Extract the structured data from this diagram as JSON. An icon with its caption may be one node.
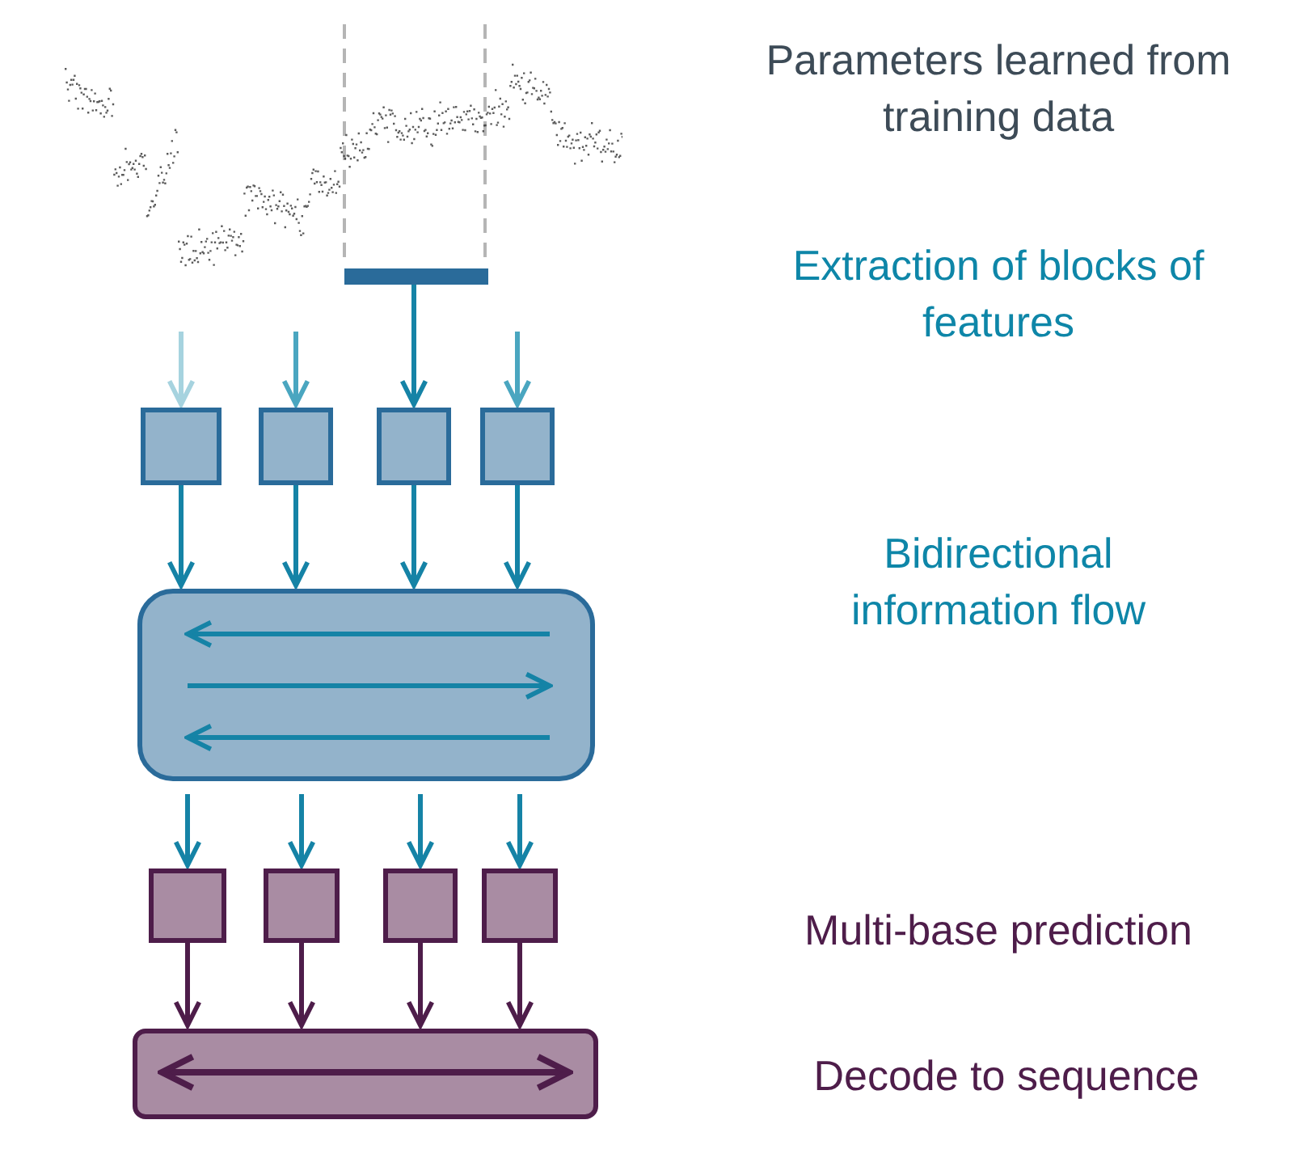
{
  "diagram": {
    "nodes": [
      {
        "text": [],
        "shape": "picture"
      },
      {
        "text": [],
        "shape": "bar"
      },
      {
        "text": [],
        "shape": "box"
      },
      {
        "text": [],
        "shape": "box"
      },
      {
        "text": [],
        "shape": "box"
      },
      {
        "text": [],
        "shape": "box"
      },
      {
        "text": [],
        "shape": "box"
      },
      {
        "text": [],
        "shape": "box"
      },
      {
        "text": [],
        "shape": "box"
      },
      {
        "text": [],
        "shape": "box"
      },
      {
        "text": [],
        "shape": "box"
      },
      {
        "text": [],
        "shape": "box"
      }
    ],
    "edges": [
      {
        "from": null,
        "to": 2,
        "arrow": "to",
        "color": "#a6d3df"
      },
      {
        "from": null,
        "to": 3,
        "arrow": "to",
        "color": "#4aa6c0"
      },
      {
        "from": 1,
        "to": 4,
        "arrow": "to"
      },
      {
        "from": null,
        "to": 5,
        "arrow": "to",
        "color": "#4aa6c0"
      },
      {
        "from": 2,
        "to": 6,
        "arrow": "to"
      },
      {
        "from": 3,
        "to": 6,
        "arrow": "to"
      },
      {
        "from": 4,
        "to": 6,
        "arrow": "to"
      },
      {
        "from": 5,
        "to": 6,
        "arrow": "to"
      },
      {
        "from": 6,
        "to": 7,
        "arrow": "to"
      },
      {
        "from": 6,
        "to": 8,
        "arrow": "to"
      },
      {
        "from": 6,
        "to": 9,
        "arrow": "to"
      },
      {
        "from": 6,
        "to": 10,
        "arrow": "to"
      },
      {
        "from": 7,
        "to": 11,
        "arrow": "to",
        "color": "#4e1d4a"
      },
      {
        "from": 8,
        "to": 11,
        "arrow": "to",
        "color": "#4e1d4a"
      },
      {
        "from": 9,
        "to": 11,
        "arrow": "to",
        "color": "#4e1d4a"
      },
      {
        "from": 10,
        "to": 11,
        "arrow": "to",
        "color": "#4e1d4a"
      }
    ],
    "labels": [
      "Parameters learned from training data",
      "Extraction of blocks of features",
      "Bidirectional information flow",
      "Multi-base prediction",
      "Decode to sequence"
    ]
  }
}
